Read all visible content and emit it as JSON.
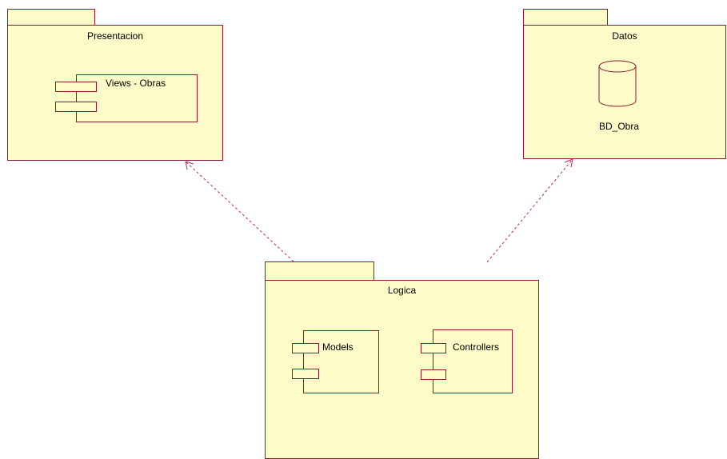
{
  "packages": {
    "presentacion": {
      "name": "Presentacion"
    },
    "datos": {
      "name": "Datos"
    },
    "logica": {
      "name": "Logica"
    }
  },
  "components": {
    "views": {
      "name": "Views - Obras"
    },
    "models": {
      "name": "Models"
    },
    "controllers": {
      "name": "Controllers"
    }
  },
  "database": {
    "name": "BD_Obra"
  },
  "colors": {
    "fill": "#fdfbc8",
    "stroke": "#8b1a36",
    "dependency": "#b03050"
  }
}
